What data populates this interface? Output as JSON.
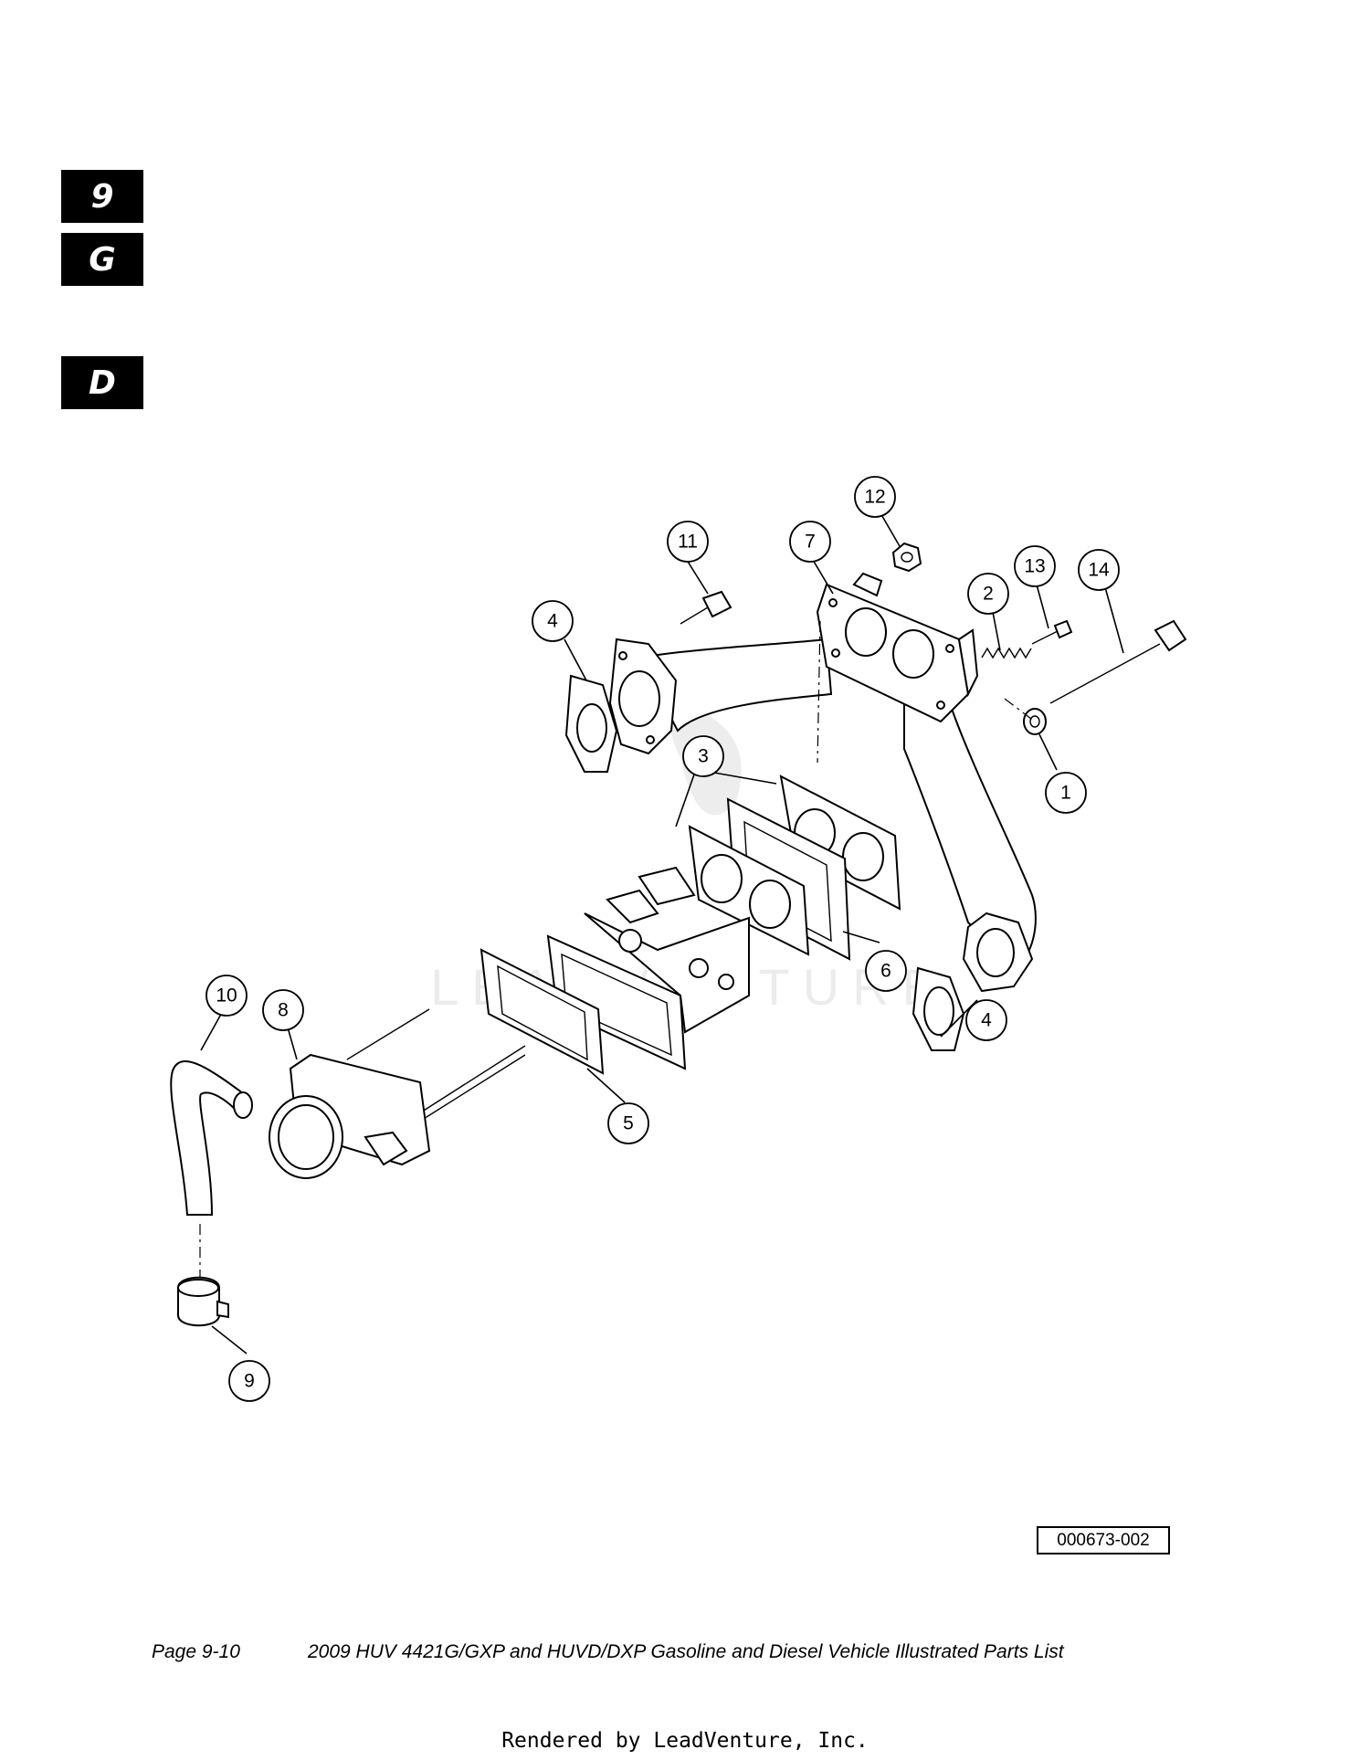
{
  "section_tabs": [
    "9",
    "G",
    "D"
  ],
  "callouts": [
    {
      "id": "c1",
      "label": "1"
    },
    {
      "id": "c2",
      "label": "2"
    },
    {
      "id": "c3",
      "label": "3"
    },
    {
      "id": "c4a",
      "label": "4"
    },
    {
      "id": "c4b",
      "label": "4"
    },
    {
      "id": "c5",
      "label": "5"
    },
    {
      "id": "c6",
      "label": "6"
    },
    {
      "id": "c7",
      "label": "7"
    },
    {
      "id": "c8",
      "label": "8"
    },
    {
      "id": "c9",
      "label": "9"
    },
    {
      "id": "c10",
      "label": "10"
    },
    {
      "id": "c11",
      "label": "11"
    },
    {
      "id": "c12",
      "label": "12"
    },
    {
      "id": "c13",
      "label": "13"
    },
    {
      "id": "c14",
      "label": "14"
    }
  ],
  "figure_id": "000673-002",
  "footer": {
    "page": "Page 9-10",
    "title": "2009 HUV 4421G/GXP and HUVD/DXP Gasoline and Diesel Vehicle Illustrated Parts List"
  },
  "watermark": "LEADVENTURE",
  "rendered_by": "Rendered by LeadVenture, Inc."
}
